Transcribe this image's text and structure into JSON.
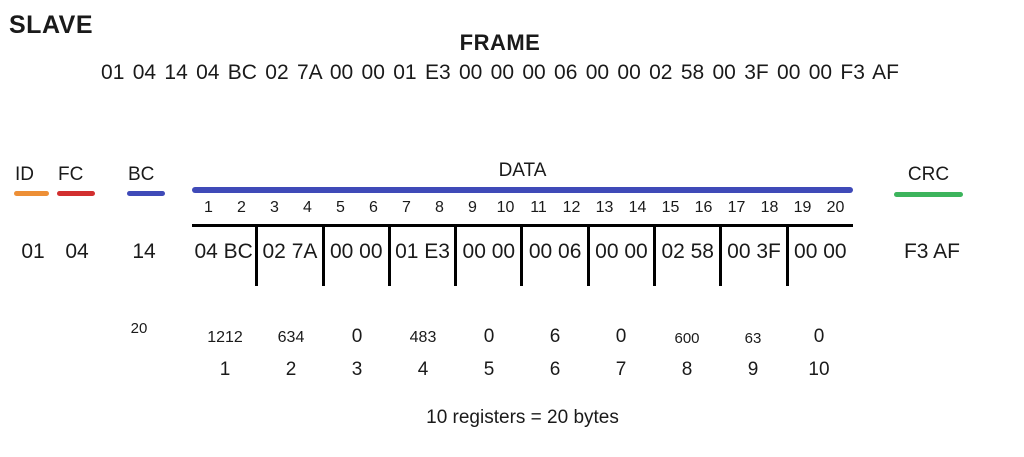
{
  "page": {
    "slave_label": "SLAVE"
  },
  "frame": {
    "label": "FRAME",
    "hex": "01 04 14 04 BC 02 7A 00 00 01 E3 00 00 00 06 00 00 02 58 00 3F 00 00 F3 AF"
  },
  "fields": {
    "id": {
      "label": "ID",
      "value": "01",
      "color": "#ED8F36"
    },
    "fc": {
      "label": "FC",
      "value": "04",
      "color": "#D22F2F"
    },
    "bc": {
      "label": "BC",
      "value": "14",
      "count": "20",
      "color": "#3F4AB8"
    },
    "data": {
      "label": "DATA",
      "color": "#3F4AB8"
    },
    "crc": {
      "label": "CRC",
      "value": "F3 AF",
      "color": "#3CB45C"
    }
  },
  "data_table": {
    "byte_numbers": [
      "1",
      "2",
      "3",
      "4",
      "5",
      "6",
      "7",
      "8",
      "9",
      "10",
      "11",
      "12",
      "13",
      "14",
      "15",
      "16",
      "17",
      "18",
      "19",
      "20"
    ],
    "byte_pairs": [
      "04 BC",
      "02 7A",
      "00 00",
      "01 E3",
      "00 00",
      "00 06",
      "00 00",
      "02 58",
      "00 3F",
      "00 00"
    ],
    "register_values": [
      "1212",
      "634",
      "0",
      "483",
      "0",
      "6",
      "0",
      "600",
      "63",
      "0"
    ],
    "register_numbers": [
      "1",
      "2",
      "3",
      "4",
      "5",
      "6",
      "7",
      "8",
      "9",
      "10"
    ]
  },
  "footer": {
    "note": "10 registers = 20 bytes"
  }
}
